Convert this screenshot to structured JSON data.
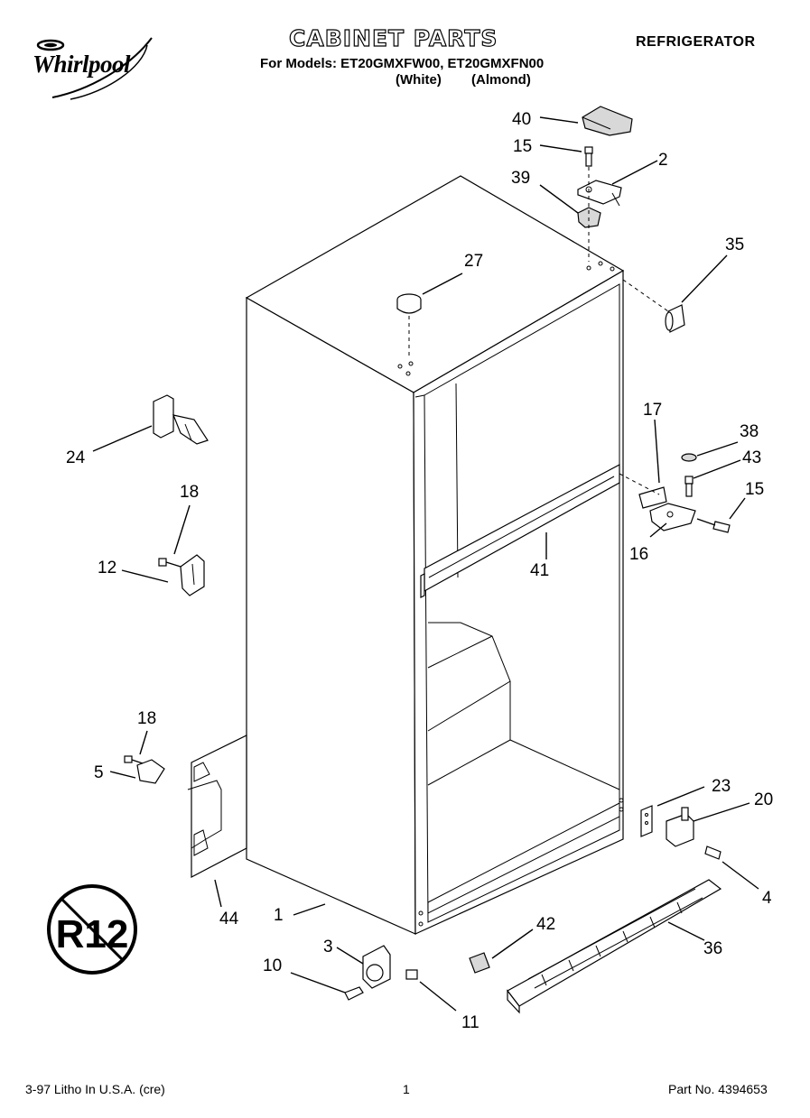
{
  "header": {
    "title": "CABINET PARTS",
    "appliance": "REFRIGERATOR",
    "models_line": "For Models: ET20GMXFW00, ET20GMXFN00",
    "color_1": "(White)",
    "color_2": "(Almond)"
  },
  "brand": {
    "name": "Whirlpool"
  },
  "badge": {
    "text": "R12"
  },
  "footer": {
    "litho": "3-97 Litho In U.S.A. (cre)",
    "page": "1",
    "part_no": "Part No. 4394653"
  },
  "callouts": {
    "c1": "1",
    "c2": "2",
    "c3": "3",
    "c4": "4",
    "c5": "5",
    "c10": "10",
    "c11": "11",
    "c12": "12",
    "c15a": "15",
    "c15b": "15",
    "c16": "16",
    "c17": "17",
    "c18a": "18",
    "c18b": "18",
    "c20": "20",
    "c23": "23",
    "c24": "24",
    "c27": "27",
    "c35": "35",
    "c36": "36",
    "c38": "38",
    "c39": "39",
    "c40": "40",
    "c41": "41",
    "c42": "42",
    "c43": "43",
    "c44": "44"
  }
}
